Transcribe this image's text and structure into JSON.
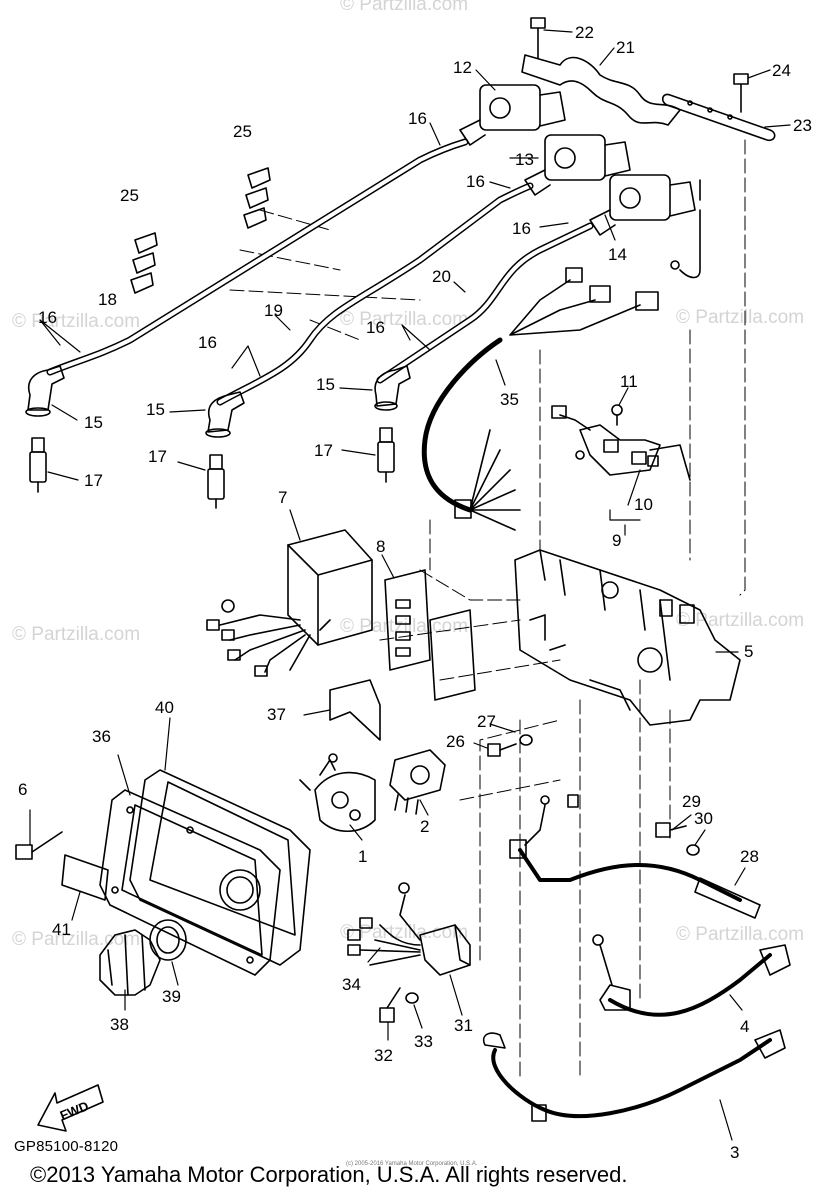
{
  "watermark": "© Partzilla.com",
  "part_numbers": {
    "p1": "1",
    "p2": "2",
    "p3": "3",
    "p4": "4",
    "p5": "5",
    "p6": "6",
    "p7": "7",
    "p8": "8",
    "p9": "9",
    "p10": "10",
    "p11": "11",
    "p12": "12",
    "p13": "13",
    "p14": "14",
    "p15": "15",
    "p16": "16",
    "p17": "17",
    "p18": "18",
    "p19": "19",
    "p20": "20",
    "p21": "21",
    "p22": "22",
    "p23": "23",
    "p24": "24",
    "p25": "25",
    "p26": "26",
    "p27": "27",
    "p28": "28",
    "p29": "29",
    "p30": "30",
    "p31": "31",
    "p32": "32",
    "p33": "33",
    "p34": "34",
    "p35": "35",
    "p36": "36",
    "p37": "37",
    "p38": "38",
    "p39": "39",
    "p40": "40",
    "p41": "41"
  },
  "direction_label": "FWD",
  "diagram_code": "GP85100-8120",
  "copyright": "©2013 Yamaha Motor Corporation, U.S.A. All rights reserved.",
  "small_copyright": "(c) 2005-2016 Yamaha Motor Corporation, U.S.A."
}
